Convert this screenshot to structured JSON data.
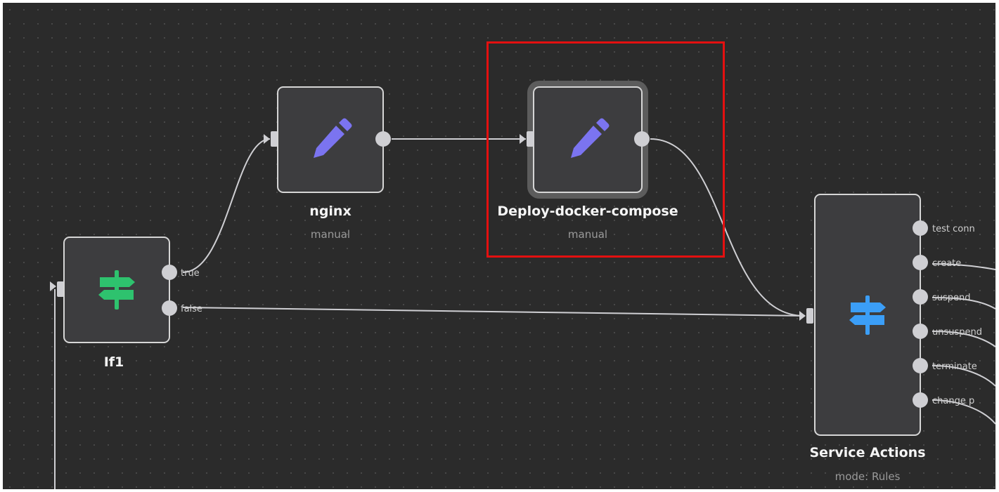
{
  "colors": {
    "canvas_bg": "#2b2b2b",
    "node_bg": "#3d3d3f",
    "edge": "#cfcfd3",
    "pencil_icon": "#7b74f0",
    "if_icon": "#2ec26e",
    "switch_icon": "#3b9ef7",
    "highlight": "#e41010"
  },
  "nodes": {
    "if1": {
      "title": "If1",
      "icon": "signpost-icon",
      "outputs": [
        "true",
        "false"
      ]
    },
    "nginx": {
      "title": "nginx",
      "subtitle": "manual",
      "icon": "pencil-icon"
    },
    "deploy": {
      "title": "Deploy-docker-compose",
      "subtitle": "manual",
      "icon": "pencil-icon"
    },
    "service_actions": {
      "title": "Service Actions",
      "subtitle": "mode: Rules",
      "icon": "signpost-icon",
      "outputs": [
        "test conn",
        "create",
        "suspend",
        "unsuspend",
        "terminate",
        "change p"
      ]
    }
  }
}
